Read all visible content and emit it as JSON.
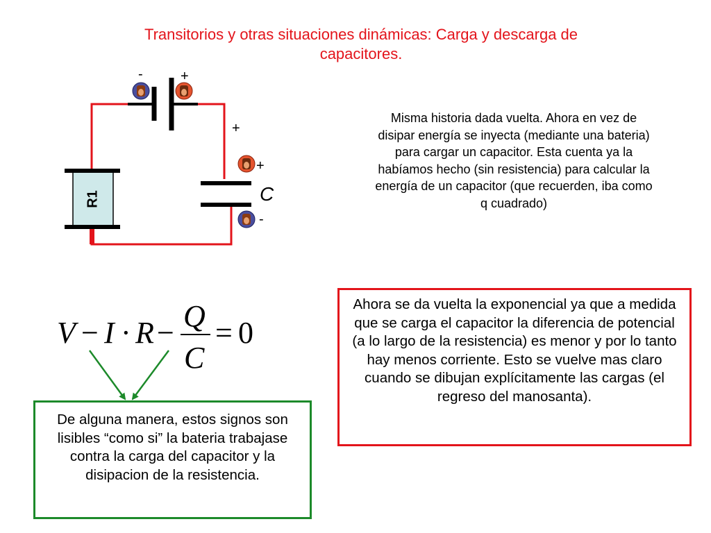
{
  "slide": {
    "title": "Transitorios y otras situaciones dinámicas: Carga y descarga de capacitores."
  },
  "circuit": {
    "battery_minus": "-",
    "battery_plus": "+",
    "cap_top_plus": "+",
    "cap_plate_plus": "+",
    "cap_plate_minus": "-",
    "cap_label": "C",
    "resistor_label": "R1"
  },
  "equation": {
    "v": "V",
    "minus1": "−",
    "i": "I",
    "dot": "·",
    "r": "R",
    "minus2": "−",
    "numerator": "Q",
    "denominator": "C",
    "equals": "=",
    "zero": "0"
  },
  "text": {
    "paragraph": "Misma historia dada vuelta. Ahora en vez de disipar energía se inyecta (mediante una bateria) para cargar un capacitor. Esta cuenta ya la habíamos hecho (sin resistencia) para calcular la energía de un capacitor (que recuerden, iba como q cuadrado)",
    "red_box": "Ahora se da vuelta la exponencial ya que a medida que se carga el capacitor la diferencia de potencial (a lo largo de la resistencia) es menor y por lo tanto hay menos corriente. Esto se vuelve mas claro cuando se dibujan explícitamente las cargas (el regreso del manosanta).",
    "green_box": "De alguna manera, estos signos son lisibles “como si” la bateria trabajase contra la carga del capacitor y la disipacion de la resistencia."
  },
  "colors": {
    "title": "#e3141b",
    "wire": "#e3141b",
    "red_box_border": "#e3141b",
    "green_box_border": "#1c8a2a",
    "arrow": "#1c8a2a",
    "resistor_fill": "#cfe9ea"
  }
}
